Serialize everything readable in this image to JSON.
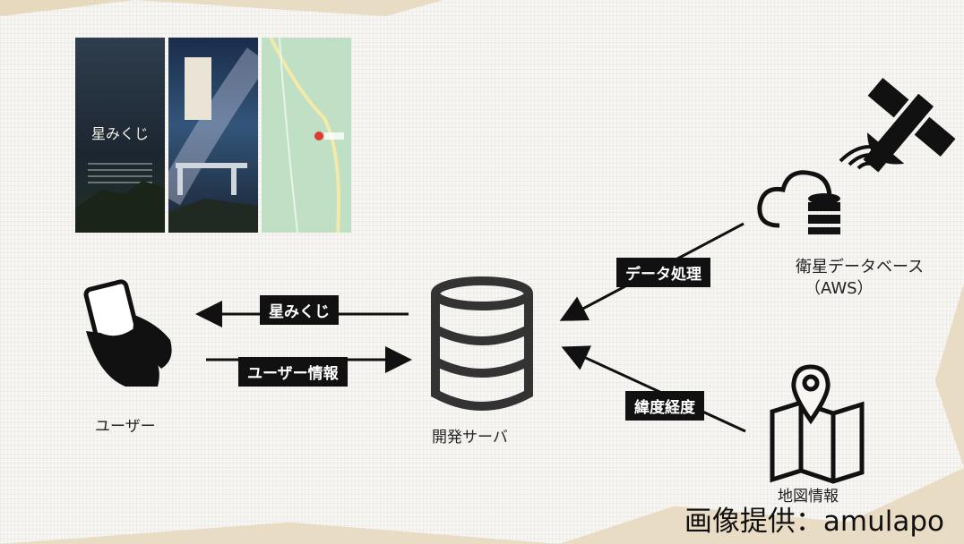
{
  "screens": {
    "app_title": "星みくじ"
  },
  "flows": {
    "to_user": "星みくじ",
    "from_user": "ユーザー情報",
    "satellite": "データ処理",
    "map": "緯度経度"
  },
  "nodes": {
    "user": "ユーザー",
    "server": "開発サーバ",
    "satellite_db": "衛星データベース",
    "satellite_db_sub": "（AWS）",
    "map_info": "地図情報"
  },
  "credit": "画像提供：amulapo"
}
